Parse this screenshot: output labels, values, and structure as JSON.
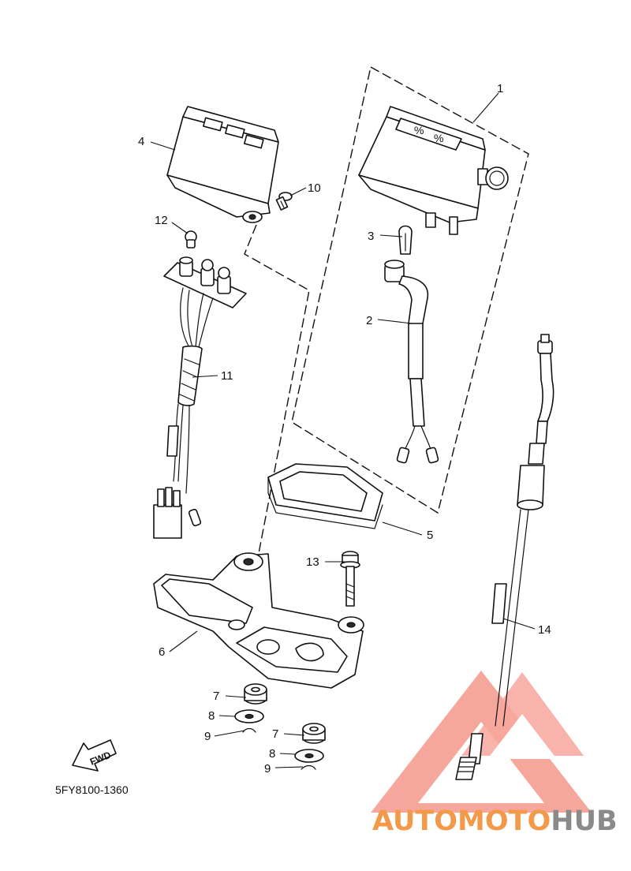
{
  "diagram": {
    "callouts": {
      "c1": "1",
      "c2": "2",
      "c3": "3",
      "c4": "4",
      "c5": "5",
      "c6": "6",
      "c7a": "7",
      "c7b": "7",
      "c8a": "8",
      "c8b": "8",
      "c9a": "9",
      "c9b": "9",
      "c10": "10",
      "c11": "11",
      "c12": "12",
      "c13": "13",
      "c14": "14"
    },
    "fwd_label": "FWD",
    "drawing_code": "5FY8100-1360"
  },
  "watermark": {
    "part1": "AUTOMOTO",
    "part2": "HUB",
    "color_primary": "#f26b5b",
    "color_secondary": "#8a8a8a"
  }
}
